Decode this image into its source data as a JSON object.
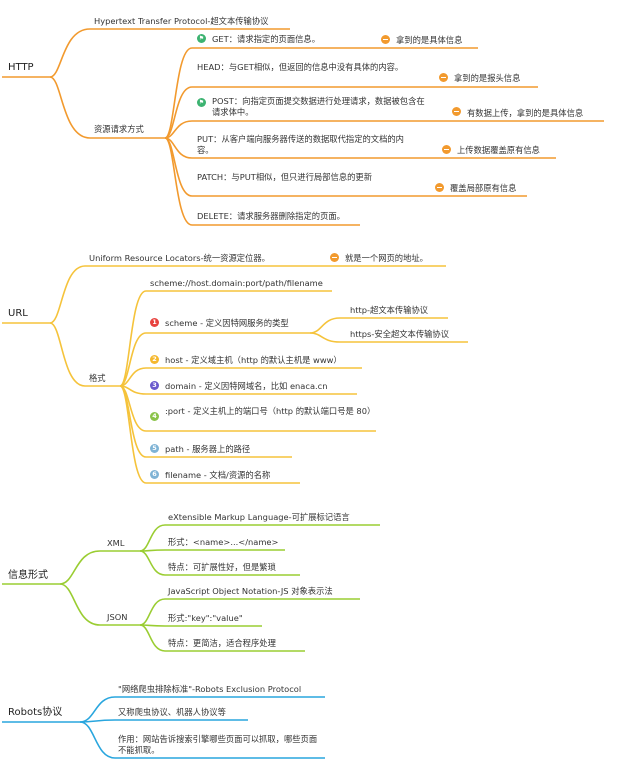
{
  "http": {
    "title": "HTTP",
    "protocol": "Hypertext Transfer Protocol-超文本传输协议",
    "methods_label": "资源请求方式",
    "get": {
      "text": "GET：请求指定的页面信息。",
      "note": "拿到的是具体信息"
    },
    "head": {
      "text": "HEAD：与GET相似，但返回的信息中没有具体的内容。",
      "note": "拿到的是报头信息"
    },
    "post": {
      "text": "POST：向指定页面提交数据进行处理请求，数据被包含在请求体中。",
      "note": "有数据上传，拿到的是具体信息"
    },
    "put": {
      "text": "PUT：从客户端向服务器传送的数据取代指定的文档的内容。",
      "note": "上传数据覆盖原有信息"
    },
    "patch": {
      "text": "PATCH：与PUT相似，但只进行局部信息的更新",
      "note": "覆盖局部原有信息"
    },
    "delete": {
      "text": "DELETE：请求服务器删除指定的页面。"
    }
  },
  "url": {
    "title": "URL",
    "full": "Uniform Resource Locators-统一资源定位器。",
    "full_note": "就是一个网页的地址。",
    "format_label": "格式",
    "scheme_line": "scheme://host.domain:port/path/filename",
    "items": [
      {
        "num": "1",
        "text": "scheme - 定义因特网服务的类型"
      },
      {
        "num": "2",
        "text": "host - 定义域主机（http 的默认主机是 www）"
      },
      {
        "num": "3",
        "text": "domain - 定义因特网域名，比如 enaca.cn"
      },
      {
        "num": "4",
        "text": ":port - 定义主机上的端口号（http 的默认端口号是 80）"
      },
      {
        "num": "5",
        "text": "path - 服务器上的路径"
      },
      {
        "num": "6",
        "text": "filename - 文档/资源的名称"
      }
    ],
    "scheme_children": [
      "http-超文本传输协议",
      "https-安全超文本传输协议"
    ]
  },
  "info": {
    "title": "信息形式",
    "xml": {
      "label": "XML",
      "items": [
        "eXtensible Markup Language-可扩展标记语言",
        "形式：<name>...</name>",
        "特点：可扩展性好，但是繁琐"
      ]
    },
    "json": {
      "label": "JSON",
      "items": [
        "JavaScript Object Notation-JS 对象表示法",
        "形式:\"key\":\"value\"",
        "特点：更简洁，适合程序处理"
      ]
    }
  },
  "robots": {
    "title": "Robots协议",
    "items": [
      "\"网络爬虫排除标准\"-Robots Exclusion Protocol",
      "又称爬虫协议、机器人协议等",
      "作用：网站告诉搜索引擎哪些页面可以抓取，哪些页面不能抓取。"
    ]
  },
  "colors": {
    "http": "#f29a2e",
    "url": "#f5c33b",
    "info": "#9acd32",
    "robots": "#29a6de"
  }
}
